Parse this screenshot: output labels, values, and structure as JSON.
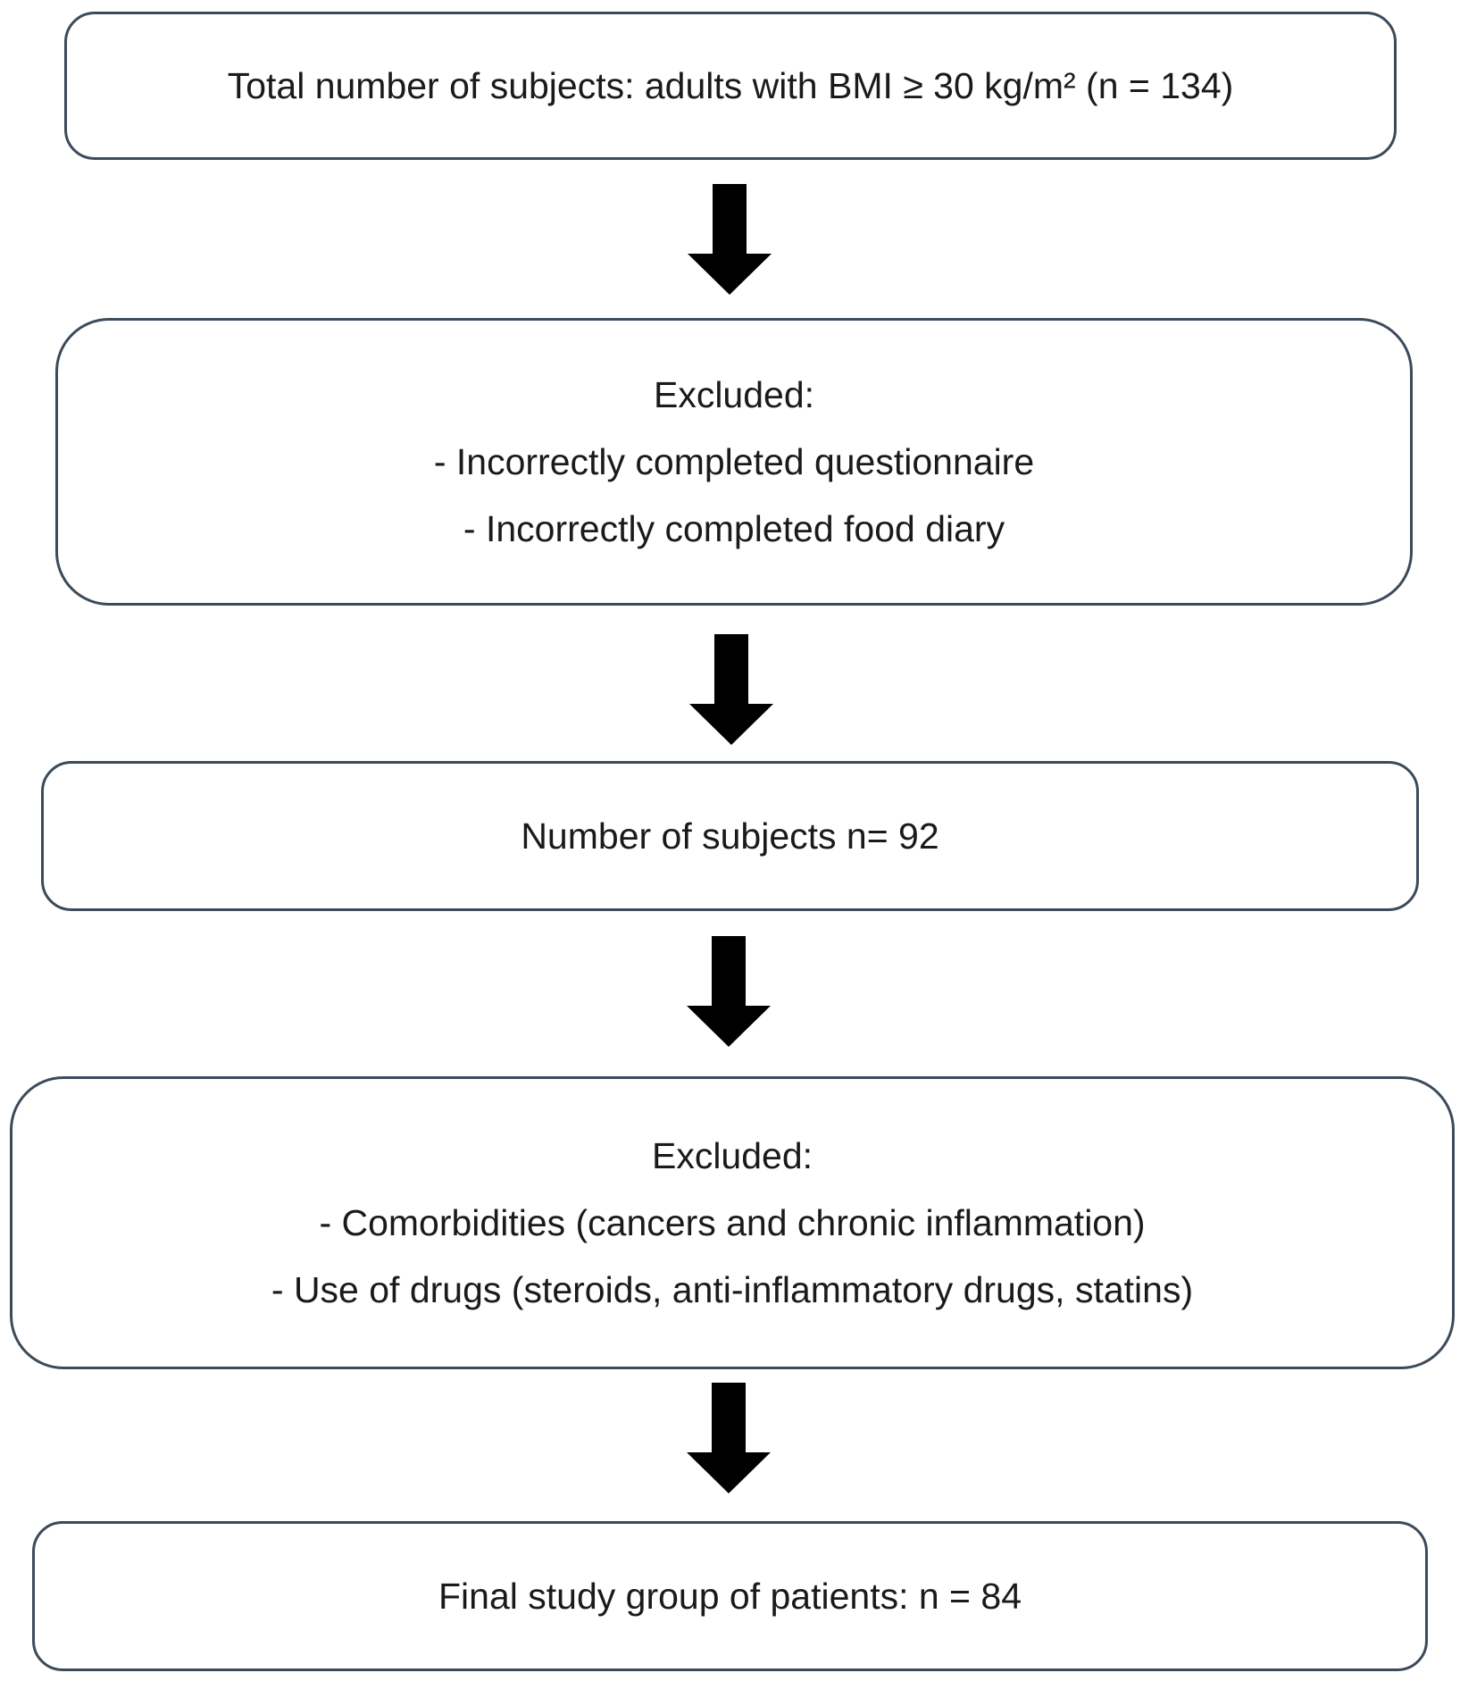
{
  "flowchart": {
    "step1": {
      "text": "Total number of subjects: adults with BMI ≥ 30 kg/m² (n = 134)"
    },
    "exclusion1": {
      "title": "Excluded:",
      "items": [
        "- Incorrectly completed questionnaire",
        "- Incorrectly completed food diary"
      ]
    },
    "step2": {
      "text": "Number of subjects n= 92"
    },
    "exclusion2": {
      "title": "Excluded:",
      "items": [
        "- Comorbidities (cancers and chronic inflammation)",
        "- Use of drugs (steroids, anti-inflammatory drugs, statins)"
      ]
    },
    "step3": {
      "text": "Final study group of patients: n = 84"
    }
  },
  "colors": {
    "box_border": "#3c4a5a",
    "arrow_fill": "#000000",
    "text": "#1a1a1a"
  }
}
